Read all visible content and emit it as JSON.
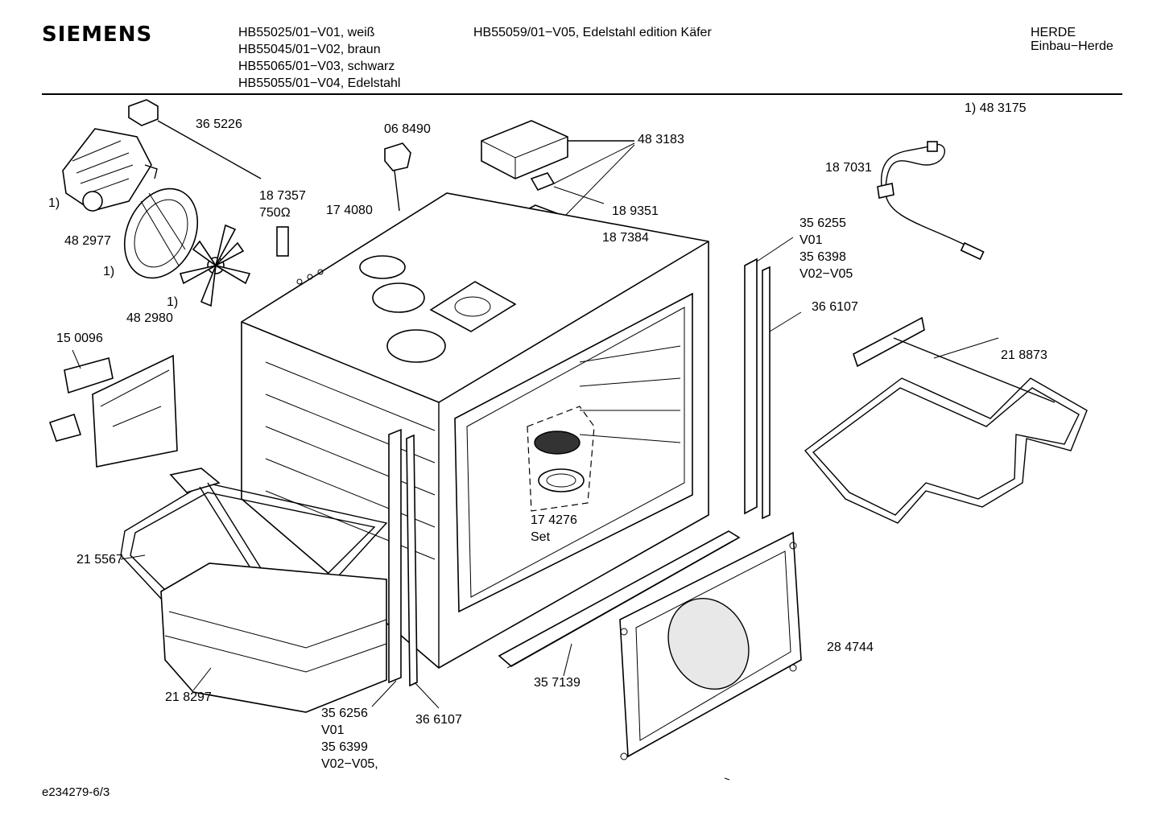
{
  "header": {
    "brand": "SIEMENS",
    "models": [
      "HB55025/01−V01, weiß",
      "HB55045/01−V02, braun",
      "HB55065/01−V03, schwarz",
      "HB55055/01−V04, Edelstahl"
    ],
    "model_extra": "HB55059/01−V05, Edelstahl edition Käfer",
    "category": "HERDE",
    "subcategory": "Einbau−Herde"
  },
  "note": "1) 48 3175",
  "labels": {
    "p365226": "36 5226",
    "p068490": "06 8490",
    "p483183": "48 3183",
    "p187031": "18 7031",
    "fn1_a": "1)",
    "p187357": "18 7357",
    "p750": "750Ω",
    "p174080": "17 4080",
    "p189351": "18 9351",
    "p187384": "18 7384",
    "p482977": "48 2977",
    "fn1_b": "1)",
    "fn1_c": "1)",
    "p482980": "48 2980",
    "p356255": "35 6255",
    "v01_a": "V01",
    "p356398": "35 6398",
    "v02v05_a": "V02−V05",
    "p366107_a": "36 6107",
    "p150096": "15 0096",
    "p218873": "21 8873",
    "p174276": "17 4276",
    "set": "Set",
    "p215567": "21 5567",
    "p284744": "28 4744",
    "p218297": "21 8297",
    "p357139": "35 7139",
    "p356256": "35 6256",
    "v01_b": "V01",
    "p356399": "35 6399",
    "v02v05_b": "V02−V05,",
    "p366107_b": "36 6107"
  },
  "footer": {
    "ref": "e234279-6/3"
  }
}
